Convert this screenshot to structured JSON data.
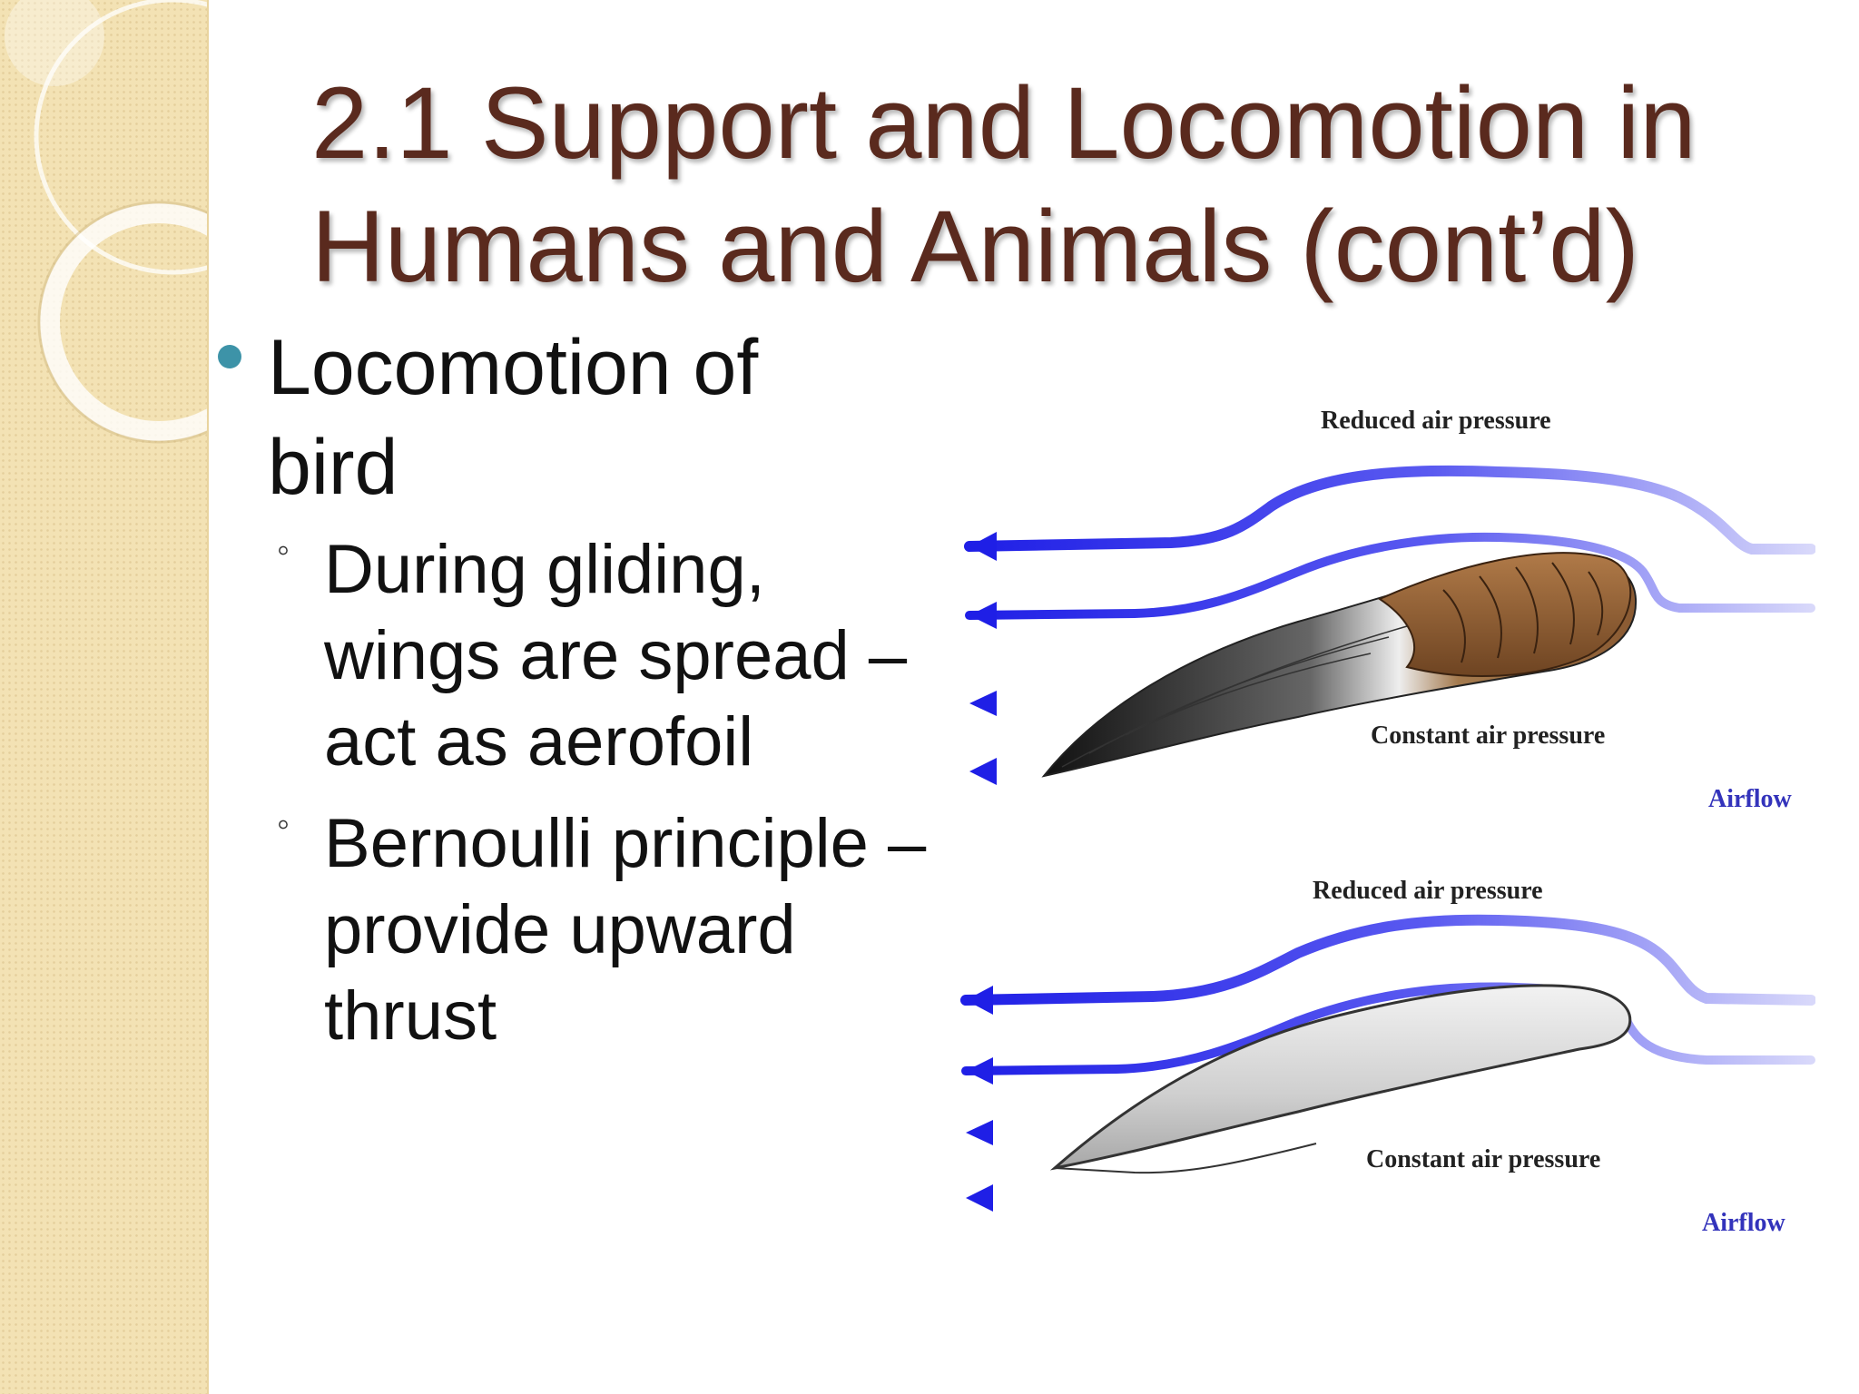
{
  "slide": {
    "title": "2.1 Support and Locomotion in Humans and Animals (cont’d)"
  },
  "bullets": {
    "level1": "Locomotion of bird",
    "level2": [
      {
        "marker": "◦",
        "text": "During gliding, wings are spread – act as aerofoil"
      },
      {
        "marker": "◦",
        "text": "Bernoulli principle – provide upward thrust"
      }
    ]
  },
  "diagram": {
    "top": {
      "reduced_label": "Reduced air pressure",
      "constant_label": "Constant air pressure",
      "airflow_label": "Airflow"
    },
    "bottom": {
      "reduced_label": "Reduced air pressure",
      "constant_label": "Constant air pressure",
      "airflow_label": "Airflow"
    }
  },
  "colors": {
    "title": "#5a2a1e",
    "bullet_dot": "#3d93a8",
    "airflow": "#2222ee",
    "band": "#f3e2b4"
  }
}
